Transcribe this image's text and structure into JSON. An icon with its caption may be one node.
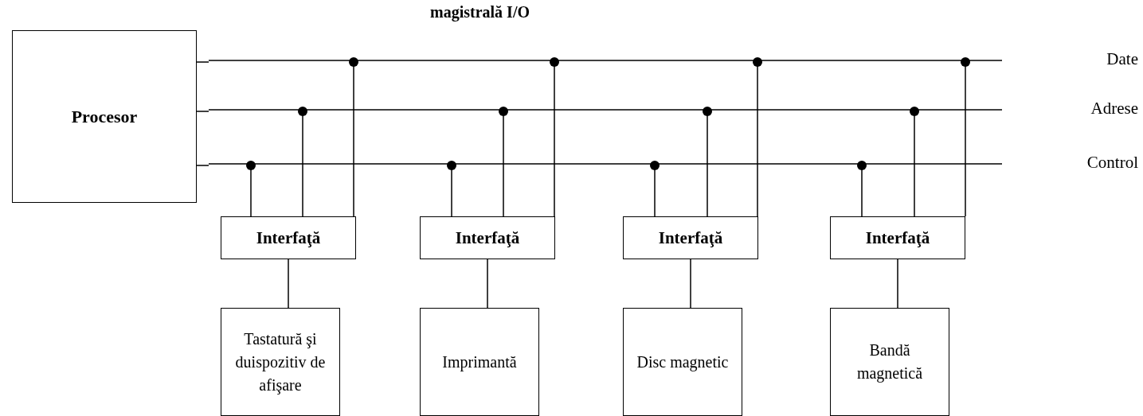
{
  "diagram": {
    "title": "magistrală I/O",
    "nodes": [
      {
        "text": [
          "Procesor"
        ]
      },
      {
        "text": [
          "Date"
        ]
      },
      {
        "text": [
          "Adrese"
        ]
      },
      {
        "text": [
          "Control"
        ]
      },
      {
        "text": [
          "Interfaţă"
        ]
      },
      {
        "text": [
          "Interfaţă"
        ]
      },
      {
        "text": [
          "Interfaţă"
        ]
      },
      {
        "text": [
          "Interfaţă"
        ]
      },
      {
        "text": [
          "Tastatură şi duispozitiv de afişare"
        ]
      },
      {
        "text": [
          "Imprimantă"
        ]
      },
      {
        "text": [
          "Disc magnetic"
        ]
      },
      {
        "text": [
          "Bandă magnetică"
        ]
      }
    ],
    "edges": [
      {
        "from": 0,
        "to": 1,
        "arrow": "none"
      },
      {
        "from": 0,
        "to": 2,
        "arrow": "none"
      },
      {
        "from": 0,
        "to": 3,
        "arrow": "none"
      },
      {
        "from": 4,
        "to": 3,
        "arrow": "other"
      },
      {
        "from": 4,
        "to": 2,
        "arrow": "other"
      },
      {
        "from": 4,
        "to": 1,
        "arrow": "other"
      },
      {
        "from": 5,
        "to": 3,
        "arrow": "other"
      },
      {
        "from": 5,
        "to": 2,
        "arrow": "other"
      },
      {
        "from": 5,
        "to": 1,
        "arrow": "other"
      },
      {
        "from": 6,
        "to": 3,
        "arrow": "other"
      },
      {
        "from": 6,
        "to": 2,
        "arrow": "other"
      },
      {
        "from": 6,
        "to": 1,
        "arrow": "other"
      },
      {
        "from": 7,
        "to": 3,
        "arrow": "other"
      },
      {
        "from": 7,
        "to": 2,
        "arrow": "other"
      },
      {
        "from": 7,
        "to": 1,
        "arrow": "other"
      },
      {
        "from": 4,
        "to": 8,
        "arrow": "none"
      },
      {
        "from": 5,
        "to": 9,
        "arrow": "none"
      },
      {
        "from": 6,
        "to": 10,
        "arrow": "none"
      },
      {
        "from": 7,
        "to": 11,
        "arrow": "none"
      }
    ]
  }
}
